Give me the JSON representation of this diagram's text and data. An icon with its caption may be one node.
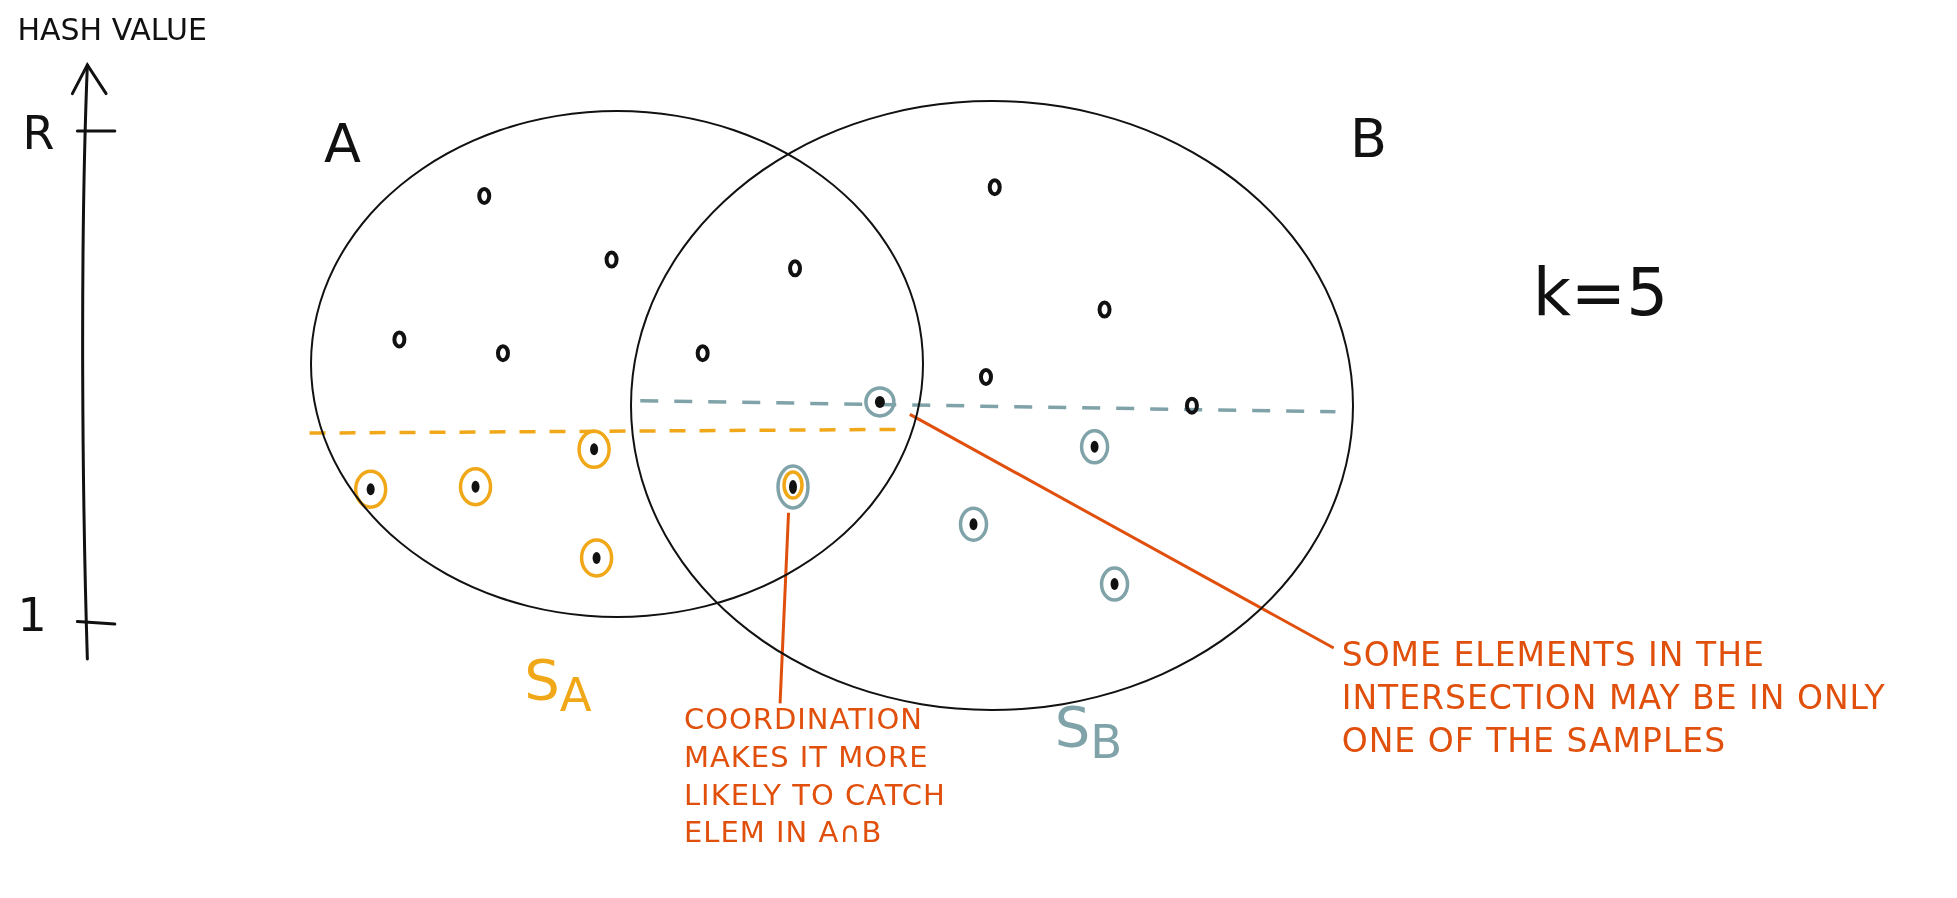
{
  "diagram": {
    "nodes": [
      {
        "text": [
          "A"
        ]
      },
      {
        "text": [
          "B"
        ]
      },
      {
        "text": [
          "COORDINATION MAKES IT MORE LIKELY TO CATCH ELEM IN A∩B"
        ]
      },
      {
        "text": [
          "SOME ELEMENTS IN THE INTERSECTION MAY BE IN ONLY ONE OF THE SAMPLES"
        ]
      },
      {
        "text": [],
        "shape": "circle"
      }
    ],
    "edges": [
      {
        "from": 2,
        "to": 4,
        "arrow": "none"
      },
      {
        "from": 3,
        "to": 0,
        "arrow": "none"
      }
    ],
    "labels": [
      "HASH VALUE",
      "R",
      "1",
      "k=5",
      "S$_{A}$",
      "S$_{B}$"
    ]
  }
}
